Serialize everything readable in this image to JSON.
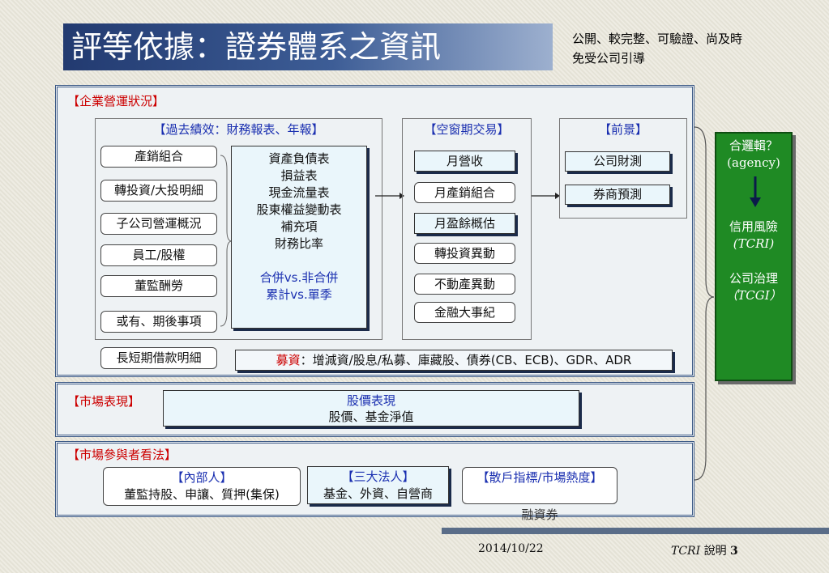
{
  "title": "評等依據：證券體系之資訊",
  "subtitle": [
    "公開、較完整、可驗證、尚及時",
    "免受公司引導"
  ],
  "sections": {
    "operations": {
      "label": "【企業營運狀況】",
      "past": {
        "title": "【過去績效：財務報表、年報】",
        "left_items": [
          "產銷組合",
          "轉投資/大投明細",
          "子公司營運概況",
          "員工/股權",
          "董監酬勞",
          "或有、期後事項",
          "長短期借款明細"
        ],
        "statements": [
          "資產負債表",
          "損益表",
          "現金流量表",
          "股東權益變動表",
          "補充項",
          "財務比率"
        ],
        "statements_note": [
          "合併vs.非合併",
          "累計vs.單季"
        ]
      },
      "gap": {
        "title": "【空窗期交易】",
        "items": [
          "月營收",
          "月產銷組合",
          "月盈餘概估",
          "轉投資異動",
          "不動產異動",
          "金融大事紀"
        ]
      },
      "outlook": {
        "title": "【前景】",
        "items": [
          "公司財測",
          "券商預測"
        ]
      },
      "funding": {
        "label": "募資",
        "text": "：增減資/股息/私募、庫藏股、債券(CB、ECB)、GDR、ADR"
      }
    },
    "market": {
      "label": "【市場表現】",
      "lines": [
        "股價表現",
        "股價、基金淨值"
      ]
    },
    "participants": {
      "label": "【市場參與者看法】",
      "insiders": {
        "title": "【內部人】",
        "text": "董監持股、申讓、質押(集保)"
      },
      "institutions": {
        "title": "【三大法人】",
        "text": "基金、外資、自營商"
      },
      "retail": {
        "title": "【散戶指標/市場熱度】",
        "text": "融資券"
      }
    }
  },
  "conclusion": {
    "line1": "合邏輯？",
    "line2": "(agency)",
    "line3": "信用風險",
    "line4": "(TCRI)",
    "line5": "公司治理",
    "line6": "（TCGI）"
  },
  "footer": {
    "date": "2014/10/22",
    "brand": "TCRI",
    "desc": "說明",
    "page": "3"
  },
  "colors": {
    "title_bg": "#2c4a82",
    "accent_red": "#cc0000",
    "accent_blue": "#1a2fb0",
    "green": "#1f8a24"
  }
}
